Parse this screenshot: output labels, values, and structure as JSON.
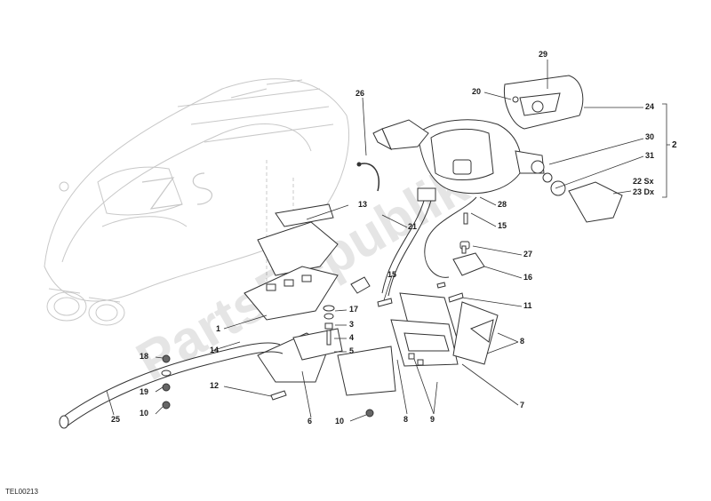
{
  "diagram": {
    "id_code": "TEL00213",
    "watermark": "PartsRepublik",
    "callouts": {
      "c2": "2",
      "c29": "29",
      "c20": "20",
      "c24": "24",
      "c30": "30",
      "c31": "31",
      "c22": "22 Sx",
      "c23": "23 Dx",
      "c26": "26",
      "c13": "13",
      "c21": "21",
      "c28": "28",
      "c15a": "15",
      "c27": "27",
      "c16": "16",
      "c15b": "15",
      "c11": "11",
      "c17": "17",
      "c3": "3",
      "c4": "4",
      "c5": "5",
      "c1": "1",
      "c14": "14",
      "c18": "18",
      "c19": "19",
      "c10a": "10",
      "c12": "12",
      "c25": "25",
      "c6": "6",
      "c10b": "10",
      "c8a": "8",
      "c8b": "8",
      "c9": "9",
      "c7": "7"
    }
  }
}
